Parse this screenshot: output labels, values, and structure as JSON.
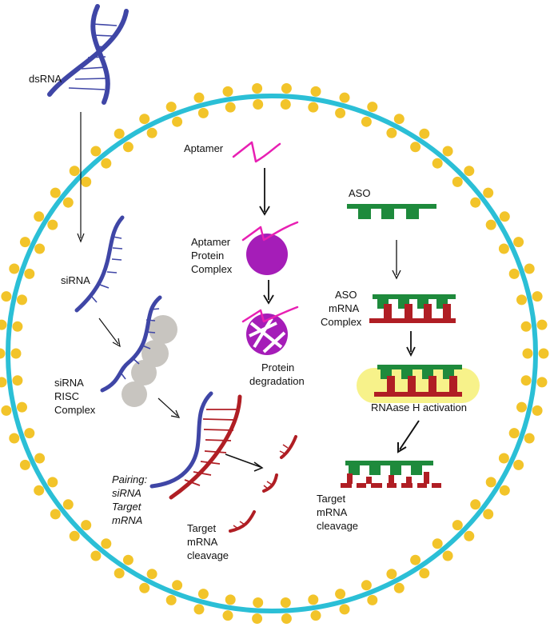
{
  "colors": {
    "membrane": "#2bbfd6",
    "lipid": "#f2c42a",
    "sirna_blue": "#3f46a6",
    "mrna_red": "#b01e24",
    "aptamer_magenta": "#e81fb3",
    "protein_purple": "#a51db8",
    "aso_green": "#1e8a3c",
    "risc_grey": "#c8c5c0",
    "rnaseh_yellow": "#f7f28a",
    "arrow": "#111111"
  },
  "labels": {
    "dsrna": "dsRNA",
    "sirna": "siRNA",
    "sirna_risc": [
      "siRNA",
      "RISC",
      "Complex"
    ],
    "pairing": [
      "Pairing:",
      "siRNA",
      "Target",
      "mRNA"
    ],
    "target_cleavage_left": [
      "Target",
      "mRNA",
      "cleavage"
    ],
    "aptamer": "Aptamer",
    "aptamer_protein": [
      "Aptamer",
      "Protein",
      "Complex"
    ],
    "protein_degradation": [
      "Protein",
      "degradation"
    ],
    "aso": "ASO",
    "aso_mrna": [
      "ASO",
      "mRNA",
      "Complex"
    ],
    "rnaase": "RNAase H activation",
    "target_cleavage_right": [
      "Target",
      "mRNA",
      "cleavage"
    ]
  }
}
